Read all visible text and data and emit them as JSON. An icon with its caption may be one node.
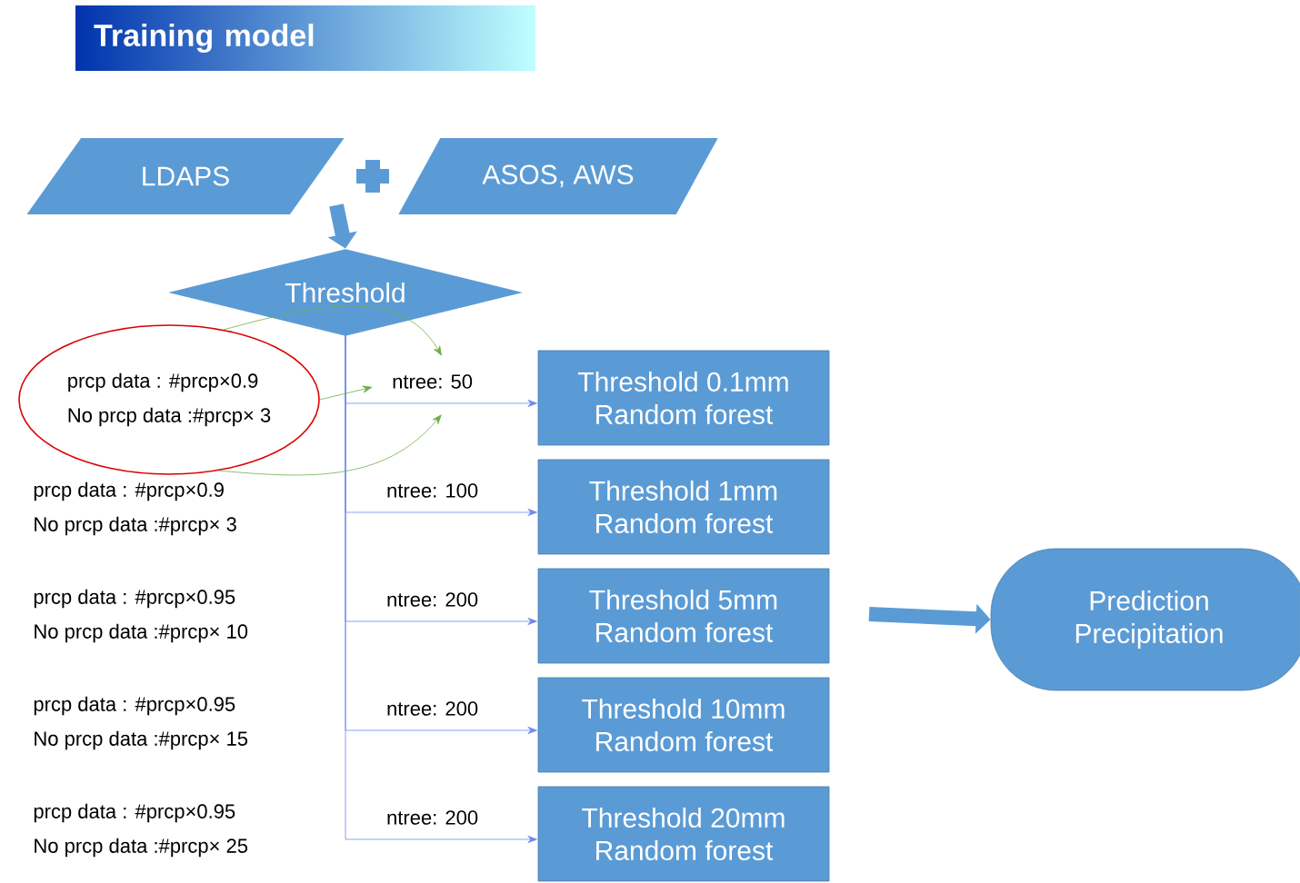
{
  "diagram": {
    "nodes": [
      {
        "text": [
          "Training model"
        ]
      },
      {
        "text": [
          "LDAPS"
        ]
      },
      {
        "text": [
          "ASOS, AWS"
        ]
      },
      {
        "text": [
          "Threshold"
        ]
      },
      {
        "text": [
          "Threshold 0.1mm",
          "Random forest"
        ]
      },
      {
        "text": [
          "Threshold 1mm",
          "Random forest"
        ]
      },
      {
        "text": [
          "Threshold 5mm",
          "Random forest"
        ]
      },
      {
        "text": [
          "Threshold 10mm",
          "Random forest"
        ]
      },
      {
        "text": [
          "Threshold 20mm",
          "Random forest"
        ]
      },
      {
        "text": [
          "Prediction Precipitation"
        ]
      },
      {
        "text": [
          "prcp data : #prcp×0.9",
          "No prcp data :#prcp× 3"
        ]
      },
      {
        "text": [
          "prcp data : #prcp×0.9",
          "No prcp data :#prcp× 3"
        ]
      },
      {
        "text": [
          "prcp data : #prcp×0.95",
          "No prcp data :#prcp× 10"
        ]
      },
      {
        "text": [
          "prcp data : #prcp×0.95",
          "No prcp data :#prcp× 15"
        ]
      },
      {
        "text": [
          "prcp data : #prcp×0.95",
          "No prcp data :#prcp× 25"
        ]
      }
    ],
    "edges": [
      {
        "from": null,
        "to": 3,
        "arrow": "to",
        "style": "thick"
      },
      {
        "from": 3,
        "to": 4,
        "arrow": "to",
        "label": "ntree: 50"
      },
      {
        "from": 3,
        "to": 5,
        "arrow": "to",
        "label": "ntree: 100"
      },
      {
        "from": 3,
        "to": 6,
        "arrow": "to",
        "label": "ntree: 200"
      },
      {
        "from": 3,
        "to": 7,
        "arrow": "to",
        "label": "ntree: 200"
      },
      {
        "from": 3,
        "to": 8,
        "arrow": "to",
        "label": "ntree: 200"
      },
      {
        "from": null,
        "to": 9,
        "arrow": "to",
        "style": "thick"
      },
      {
        "from": 10,
        "to": null,
        "arrow": "to",
        "color": "#70ad47"
      },
      {
        "from": 10,
        "to": null,
        "arrow": "to",
        "color": "#70ad47"
      },
      {
        "from": 10,
        "to": null,
        "arrow": "to",
        "color": "#70ad47"
      }
    ]
  }
}
